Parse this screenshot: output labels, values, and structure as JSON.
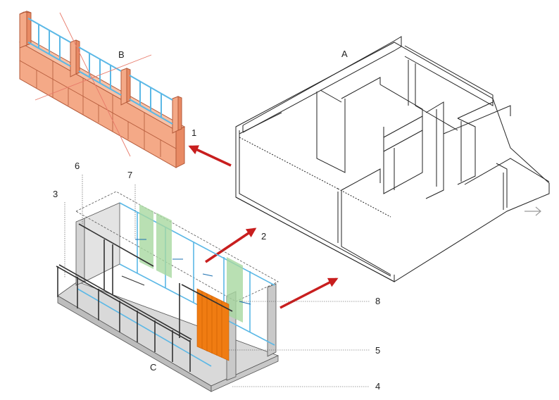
{
  "labels": {
    "A": "A",
    "B": "B",
    "C": "C",
    "n1": "1",
    "n2": "2",
    "n3": "3",
    "n4": "4",
    "n5": "5",
    "n6": "6",
    "n7": "7",
    "n8": "8"
  },
  "colors": {
    "brick": "#f4a987",
    "brick_dark": "#e88a64",
    "brick_line": "#b45a3a",
    "glass_blue": "#5bb8e6",
    "arrow_red": "#c81e1e",
    "curtain_orange": "#f07c12",
    "green_panel": "#a7d8a0",
    "floor_gray": "#d9d9d9",
    "frame_gray": "#cfcfcf",
    "line": "#222222",
    "guide_gray": "#aaaaaa"
  }
}
